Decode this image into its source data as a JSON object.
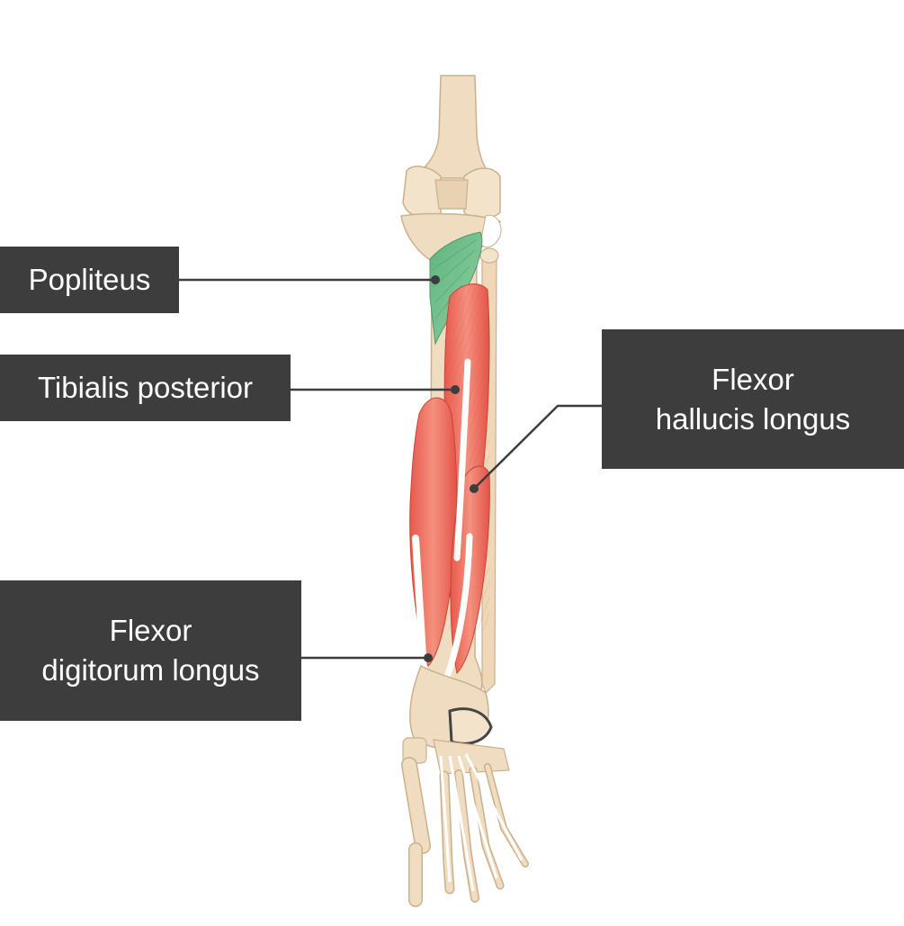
{
  "labels": {
    "popliteus": {
      "lines": [
        "Popliteus"
      ]
    },
    "tibialis_posterior": {
      "lines": [
        "Tibialis posterior"
      ]
    },
    "flexor_hallucis_longus": {
      "lines": [
        "Flexor",
        "hallucis longus"
      ]
    },
    "flexor_digitorum_longus": {
      "lines": [
        "Flexor",
        "digitorum longus"
      ]
    }
  },
  "colors": {
    "label_background": "#3d3d3d",
    "label_text": "#ffffff",
    "bone": "#f0dcc0",
    "bone_outline": "#c9b08e",
    "muscle": "#ec6a5c",
    "muscle_highlight": "#f29a8c",
    "popliteus": "#6fbf8a",
    "tendon": "#ffffff",
    "leader_line": "#3d3d3d"
  }
}
